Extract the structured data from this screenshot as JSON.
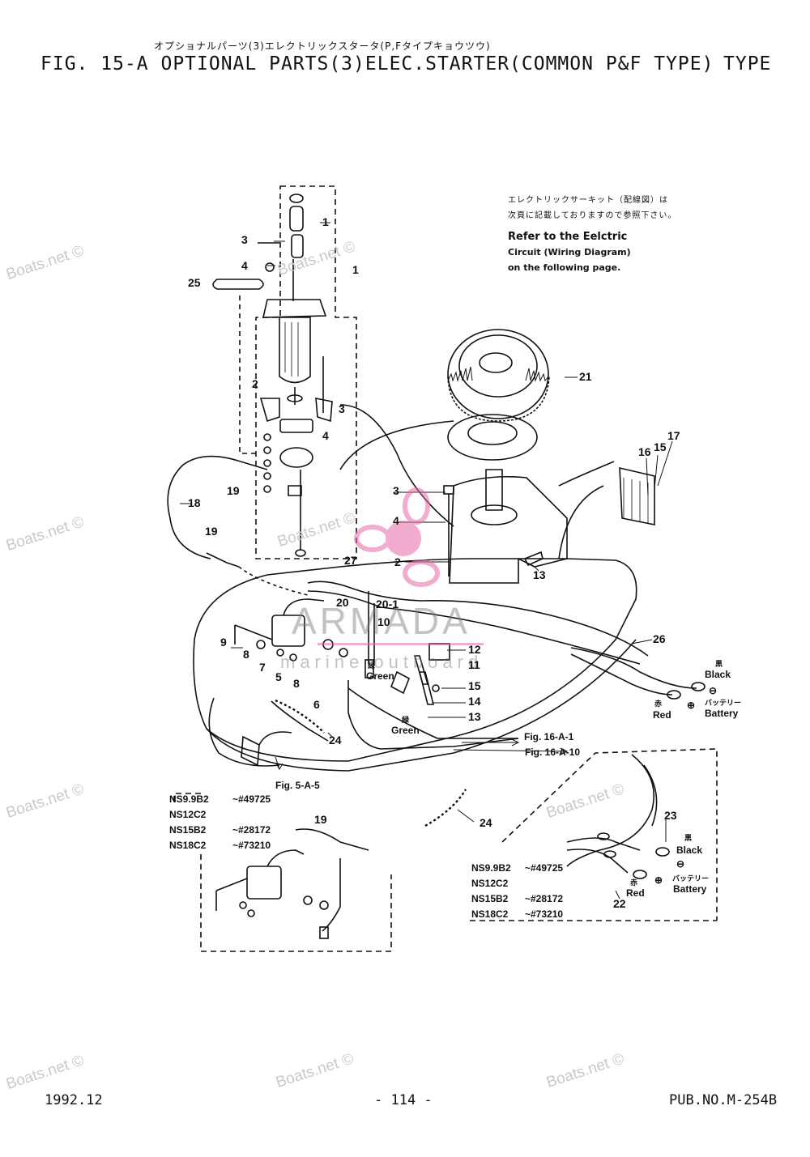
{
  "header": {
    "jp_title": "オプショナルパーツ(3)エレクトリックスタータ(P,Fタイプキョウツウ)",
    "title": "FIG. 15-A OPTIONAL PARTS(3)ELEC.STARTER(COMMON P&F TYPE)",
    "type_label": "TYPE"
  },
  "note": {
    "jp_line1": "エレクトリックサーキット（配線図）は",
    "jp_line2": "次頁に記載しておりますので参照下さい。",
    "en_line1": "Refer to the Eelctric",
    "en_line2": "Circuit (Wiring Diagram)",
    "en_line3": "on the following page."
  },
  "callouts": [
    "1",
    "1",
    "3",
    "4",
    "25",
    "2",
    "3",
    "4",
    "21",
    "17",
    "16",
    "15",
    "18",
    "19",
    "19",
    "3",
    "4",
    "2",
    "13",
    "27",
    "20",
    "20-1",
    "10",
    "11",
    "12",
    "15",
    "14",
    "13",
    "9",
    "8",
    "7",
    "5",
    "8",
    "6",
    "26",
    "24",
    "24",
    "19",
    "23",
    "22"
  ],
  "wire_labels": {
    "green_jp_1": "緑",
    "green_1": "Green",
    "green_jp_2": "緑",
    "green_2": "Green",
    "black_jp": "黒",
    "black": "Black",
    "red_jp": "赤",
    "red": "Red",
    "battery_jp": "バッテリー",
    "battery": "Battery",
    "black_jp_2": "黒",
    "black_2": "Black",
    "red_jp_2": "赤",
    "red_2": "Red",
    "battery_jp_2": "バッテリー",
    "battery_2": "Battery"
  },
  "refs": {
    "fig_16_a_1": "Fig. 16-A-1",
    "fig_16_a_10": "Fig. 16-A-10",
    "fig_5_a_5": "Fig. 5-A-5"
  },
  "models_left": [
    {
      "model": "NS9.9B2",
      "serial": "~#49725"
    },
    {
      "model": "NS12C2",
      "serial": ""
    },
    {
      "model": "NS15B2",
      "serial": "~#28172"
    },
    {
      "model": "NS18C2",
      "serial": "~#73210"
    }
  ],
  "models_right": [
    {
      "model": "NS9.9B2",
      "serial": "~#49725"
    },
    {
      "model": "NS12C2",
      "serial": ""
    },
    {
      "model": "NS15B2",
      "serial": "~#28172"
    },
    {
      "model": "NS18C2",
      "serial": "~#73210"
    }
  ],
  "watermark": {
    "boats": "Boats.net ©",
    "logo_main": "ARMADA",
    "logo_sub": "marine outboard"
  },
  "footer": {
    "date": "1992.12",
    "page": "- 114 -",
    "pub": "PUB.NO.M-254B"
  }
}
